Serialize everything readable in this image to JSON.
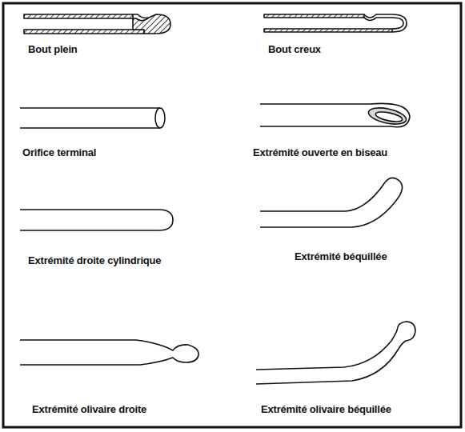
{
  "diagram": {
    "labels": [
      "Bout plein",
      "Bout creux",
      "Orifice terminal",
      "Extrémité ouverte en biseau",
      "Extrémité droite cylindrique",
      "Extrémité béquillée",
      "Extrémité olivaire droite",
      "Extrémité olivaire béquillée"
    ]
  }
}
